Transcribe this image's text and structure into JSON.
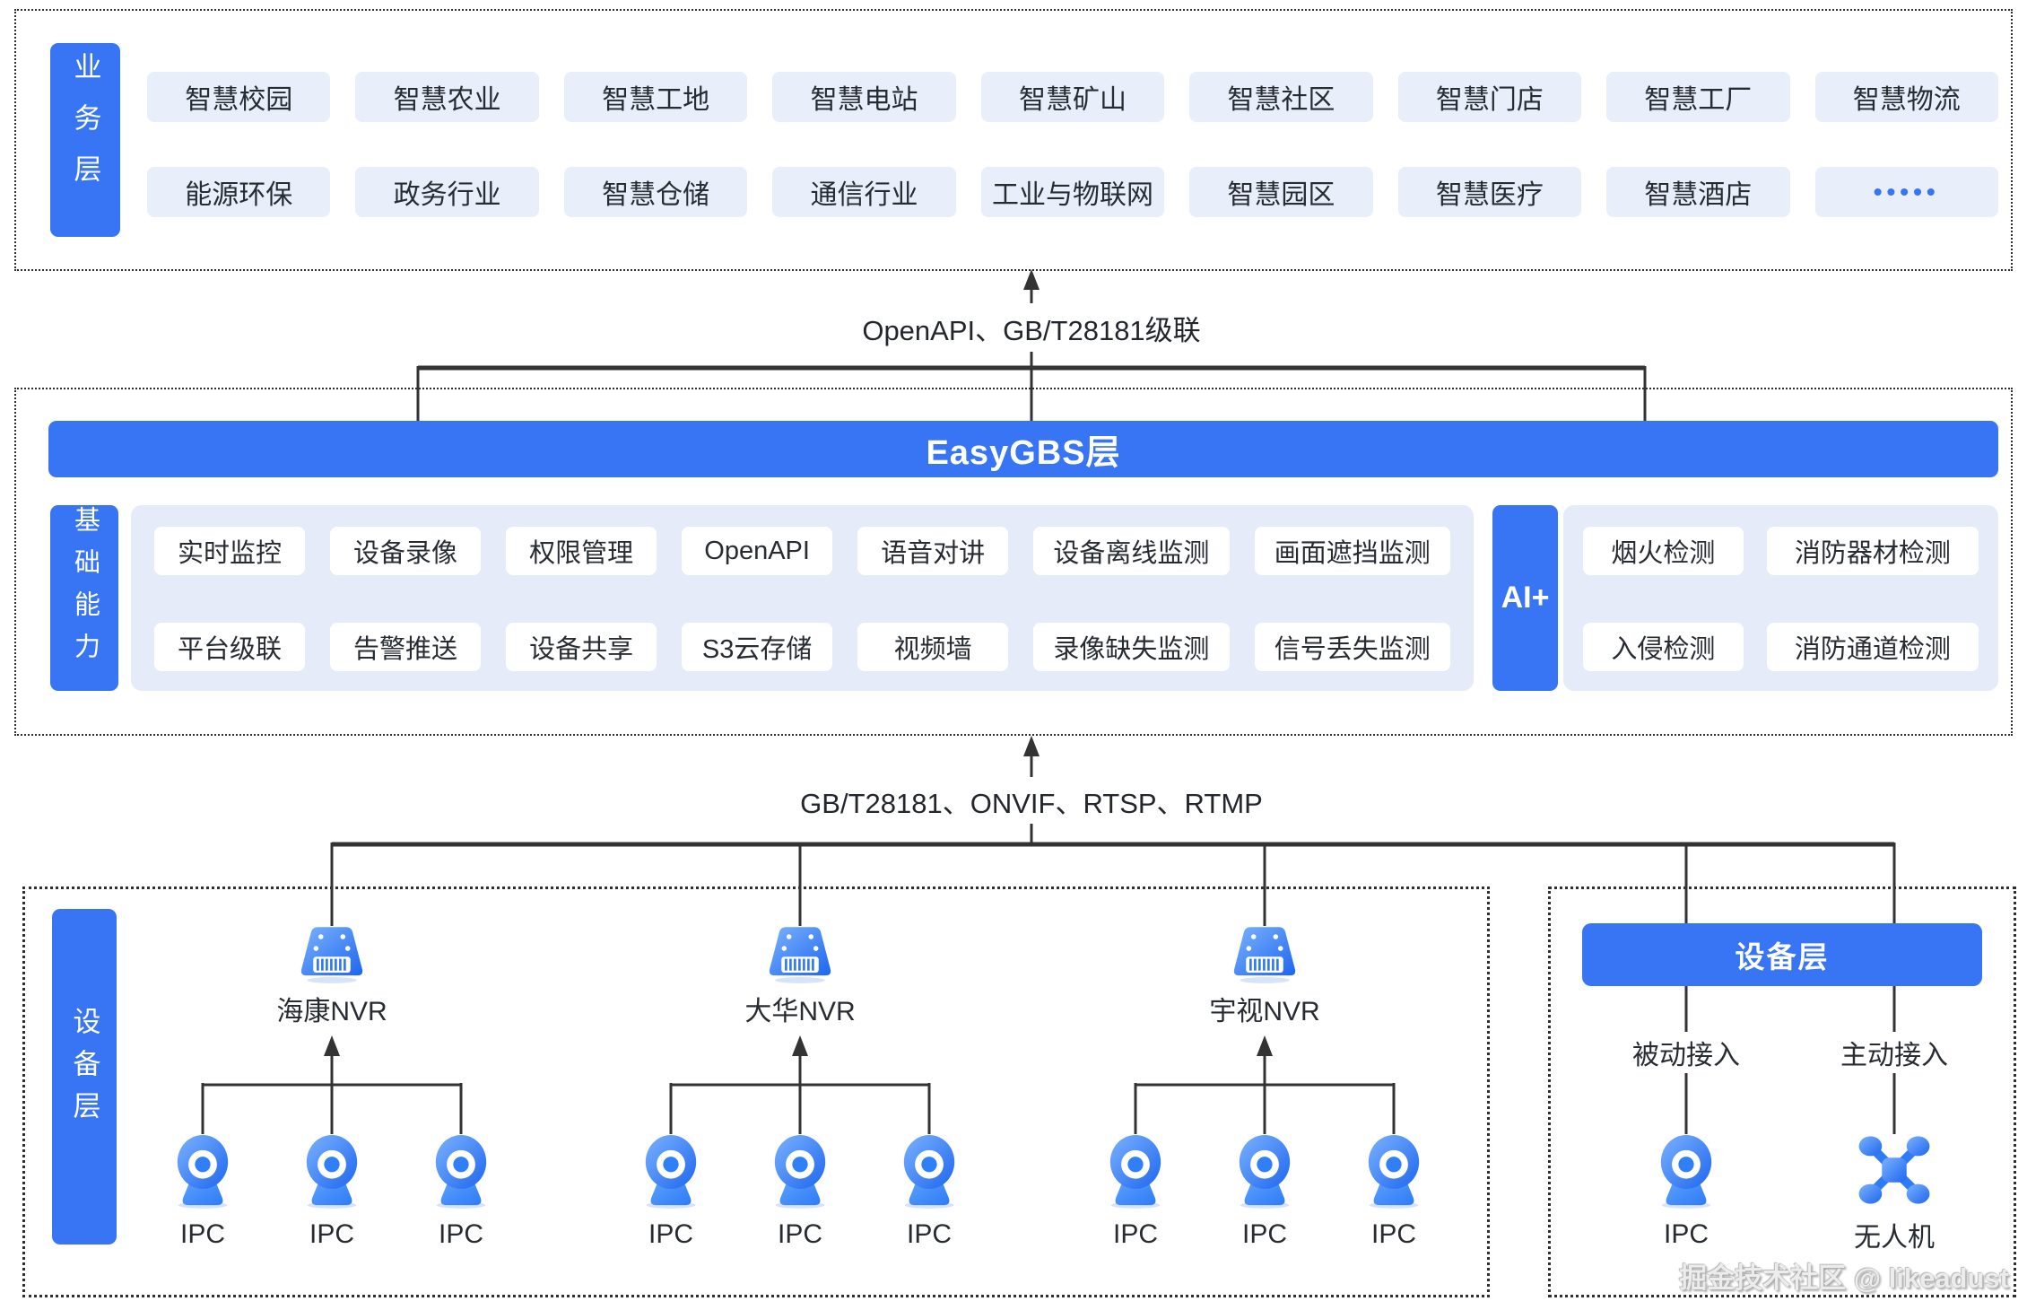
{
  "business_layer": {
    "label": "业务层",
    "row1": [
      "智慧校园",
      "智慧农业",
      "智慧工地",
      "智慧电站",
      "智慧矿山",
      "智慧社区",
      "智慧门店",
      "智慧工厂",
      "智慧物流"
    ],
    "row2": [
      "能源环保",
      "政务行业",
      "智慧仓储",
      "通信行业",
      "工业与物联网",
      "智慧园区",
      "智慧医疗",
      "智慧酒店",
      "•••••"
    ]
  },
  "connector_top": {
    "label": "OpenAPI、GB/T28181级联"
  },
  "easygbs_layer": {
    "title": "EasyGBS层"
  },
  "capability_layer": {
    "label": "基础能力",
    "row1": [
      "实时监控",
      "设备录像",
      "权限管理",
      "OpenAPI",
      "语音对讲",
      "设备离线监测",
      "画面遮挡监测"
    ],
    "row2": [
      "平台级联",
      "告警推送",
      "设备共享",
      "S3云存储",
      "视频墙",
      "录像缺失监测",
      "信号丢失监测"
    ],
    "ai_label": "AI+",
    "ai_row1": [
      "烟火检测",
      "消防器材检测"
    ],
    "ai_row2": [
      "入侵检测",
      "消防通道检测"
    ]
  },
  "connector_bottom": {
    "label": "GB/T28181、ONVIF、RTSP、RTMP"
  },
  "device_layer": {
    "label": "设备层",
    "nvr_groups": [
      {
        "name": "海康NVR",
        "cameras": [
          "IPC",
          "IPC",
          "IPC"
        ]
      },
      {
        "name": "大华NVR",
        "cameras": [
          "IPC",
          "IPC",
          "IPC"
        ]
      },
      {
        "name": "宇视NVR",
        "cameras": [
          "IPC",
          "IPC",
          "IPC"
        ]
      }
    ],
    "access_panel": {
      "header": "设备层",
      "passive_label": "被动接入",
      "active_label": "主动接入",
      "ipc_label": "IPC",
      "drone_label": "无人机"
    }
  },
  "watermark": {
    "text": "掘金技术社区 @ likeadust"
  },
  "colors": {
    "primary": "#3875F4",
    "tile_bg": "#E9EEFB",
    "container_bg": "#E6EBF9",
    "text": "#272C33",
    "line": "#333333"
  }
}
